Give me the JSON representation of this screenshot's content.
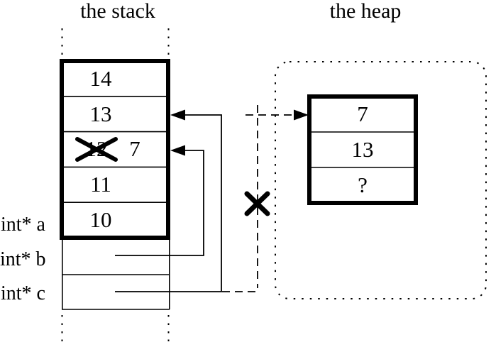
{
  "titles": {
    "stack": "the stack",
    "heap": "the heap"
  },
  "stack": {
    "cells": [
      {
        "value": "14",
        "crossed_out": false
      },
      {
        "value": "13",
        "crossed_out": false
      },
      {
        "old_value": "12",
        "value": "7",
        "crossed_out": true
      },
      {
        "value": "11",
        "crossed_out": false
      },
      {
        "value": "10",
        "crossed_out": false
      }
    ]
  },
  "frame_labels": [
    {
      "label": "int* a"
    },
    {
      "label": "int* b"
    },
    {
      "label": "int* c"
    }
  ],
  "heap": {
    "cells": [
      {
        "value": "7"
      },
      {
        "value": "13"
      },
      {
        "value": "?"
      }
    ]
  },
  "pointers": [
    {
      "from": "int* b",
      "to": "stack cell with 7 (old 12)",
      "style": "solid"
    },
    {
      "from": "int* c",
      "to": "stack cell with 13",
      "style": "solid"
    },
    {
      "from": "int* c",
      "to": "heap cell 7",
      "style": "dashed",
      "crossed_out": true
    }
  ],
  "colors": {
    "line": "#000000",
    "background": "#ffffff"
  }
}
